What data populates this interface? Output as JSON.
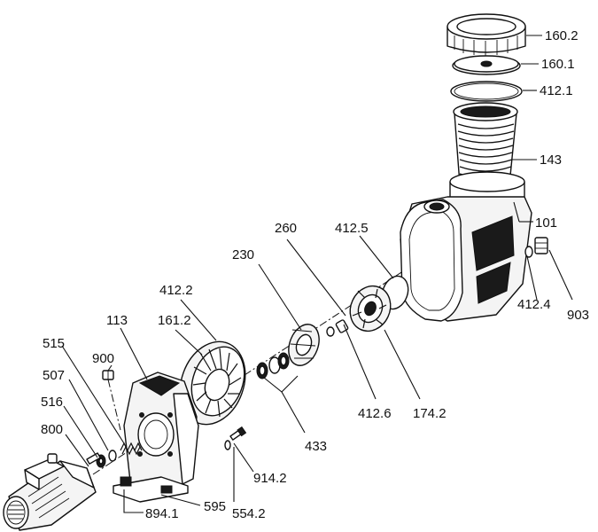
{
  "labels": {
    "l160_2": "160.2",
    "l160_1": "160.1",
    "l412_1": "412.1",
    "l143": "143",
    "l101": "101",
    "l412_4": "412.4",
    "l903": "903",
    "l260": "260",
    "l412_5": "412.5",
    "l230": "230",
    "l412_2": "412.2",
    "l113": "113",
    "l161_2": "161.2",
    "l515": "515",
    "l900": "900",
    "l507": "507",
    "l516": "516",
    "l800": "800",
    "l433": "433",
    "l412_6": "412.6",
    "l174_2": "174.2",
    "l914_2": "914.2",
    "l595": "595",
    "l894_1": "894.1",
    "l554_2": "554.2"
  }
}
